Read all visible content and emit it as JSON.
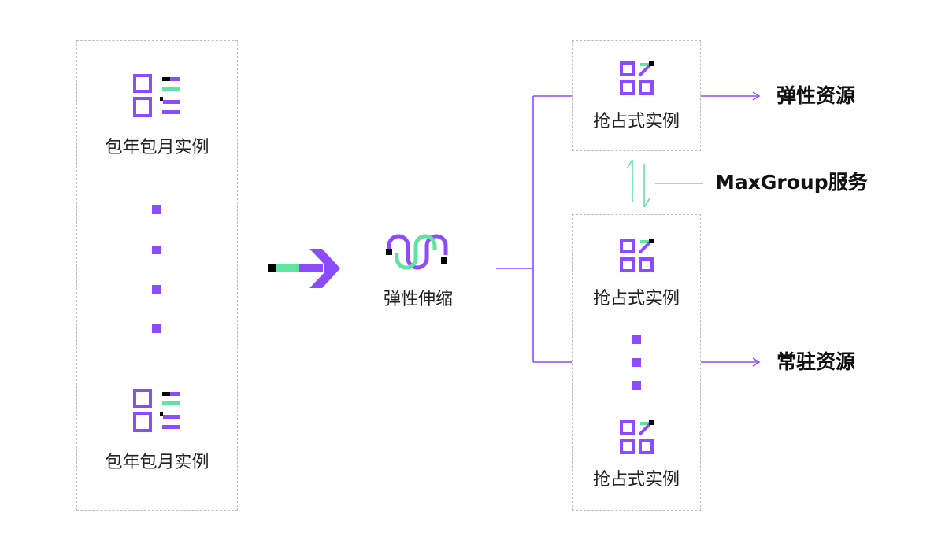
{
  "colors": {
    "purple": "#8c4bff",
    "green": "#5fe3a1",
    "black": "#000000",
    "dash": "#bdbdbd"
  },
  "left": {
    "instance_label_top": "包年包月实例",
    "instance_label_bottom": "包年包月实例",
    "icon": "subscription-instance-icon"
  },
  "center": {
    "label": "弹性伸缩",
    "icon": "elastic-scaling-wave-icon"
  },
  "right_top": {
    "instance_label": "抢占式实例",
    "output_label": "弹性资源"
  },
  "right_bottom": {
    "instance_label_top": "抢占式实例",
    "instance_label_bottom": "抢占式实例",
    "output_label": "常驻资源"
  },
  "service_label": "MaxGroup服务"
}
